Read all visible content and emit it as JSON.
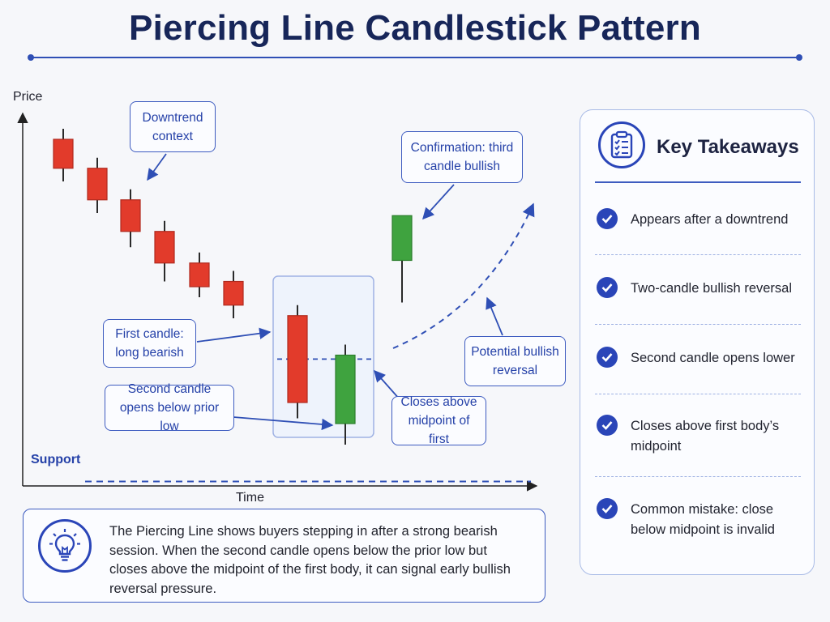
{
  "title": "Piercing Line Candlestick Pattern",
  "axes": {
    "y_label": "Price",
    "x_label": "Time"
  },
  "support_label": "Support",
  "colors": {
    "accent": "#2a45b8",
    "bearish": "#e23b2b",
    "bullish": "#3fa33f",
    "support_line": "#2f4fb5"
  },
  "chart_data": {
    "type": "candlestick",
    "candles": [
      {
        "open": 100,
        "high": 104,
        "low": 84,
        "close": 89,
        "color": "bearish"
      },
      {
        "open": 89,
        "high": 93,
        "low": 72,
        "close": 77,
        "color": "bearish"
      },
      {
        "open": 77,
        "high": 81,
        "low": 59,
        "close": 65,
        "color": "bearish"
      },
      {
        "open": 65,
        "high": 69,
        "low": 46,
        "close": 53,
        "color": "bearish"
      },
      {
        "open": 53,
        "high": 57,
        "low": 40,
        "close": 44,
        "color": "bearish"
      },
      {
        "open": 46,
        "high": 50,
        "low": 32,
        "close": 37,
        "color": "bearish"
      },
      {
        "open": 33,
        "high": 37,
        "low": -6,
        "close": 0,
        "color": "bearish"
      },
      {
        "open": -8,
        "high": 22,
        "low": -16,
        "close": 18,
        "color": "bullish"
      },
      {
        "open": 54,
        "high": 60,
        "low": 38,
        "close": 71,
        "color": "bullish"
      }
    ],
    "support_level": -30,
    "midpoint_level": 16.5
  },
  "callouts": {
    "downtrend": "Downtrend context",
    "confirmation": "Confirmation: third candle bullish",
    "first_candle": "First candle: long bearish",
    "second_opens": "Second candle opens below prior low",
    "closes_above": "Closes above midpoint of first",
    "potential": "Potential bullish reversal"
  },
  "takeaways": {
    "title": "Key Takeaways",
    "icon": "clipboard-checklist-icon",
    "items": [
      "Appears after a downtrend",
      "Two-candle bullish reversal",
      "Second candle opens lower",
      "Closes above first body’s midpoint",
      "Common mistake: close below midpoint is invalid"
    ]
  },
  "summary": {
    "icon": "lightbulb-icon",
    "text": "The Piercing Line shows buyers stepping in after a strong bearish session. When the second candle opens below the prior low but closes above the midpoint of the first body, it can signal early bullish reversal pressure."
  }
}
